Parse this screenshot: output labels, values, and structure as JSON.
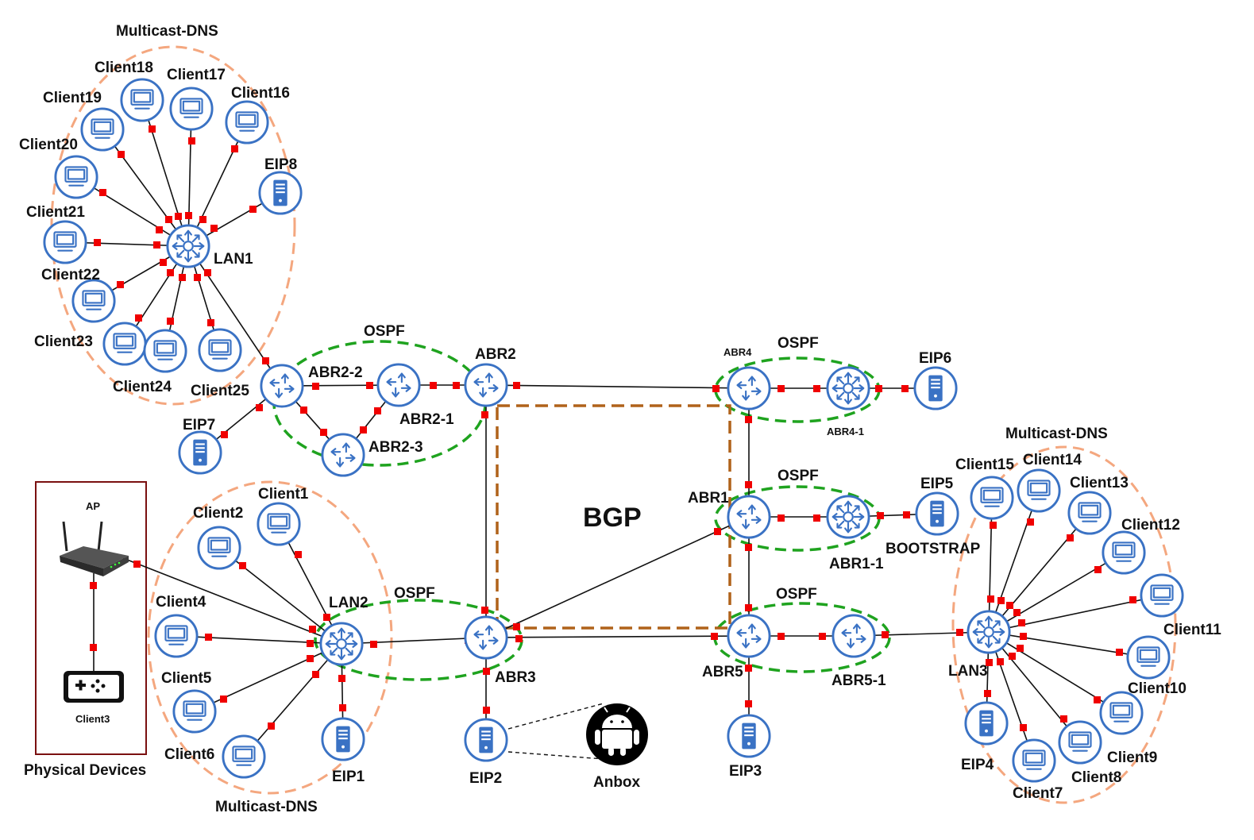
{
  "areas": {
    "multicast_dns_top": "Multicast-DNS",
    "multicast_dns_bottom": "Multicast-DNS",
    "multicast_dns_right": "Multicast-DNS",
    "ospf_abr2": "OSPF",
    "ospf_abr3": "OSPF",
    "ospf_abr4": "OSPF",
    "ospf_abr1": "OSPF",
    "ospf_abr5": "OSPF",
    "bgp": "BGP",
    "physical_devices": "Physical Devices"
  },
  "nodes": {
    "lan1": "LAN1",
    "lan2": "LAN2",
    "lan3": "LAN3",
    "abr2": "ABR2",
    "abr2_1": "ABR2-1",
    "abr2_2": "ABR2-2",
    "abr2_3": "ABR2-3",
    "abr3": "ABR3",
    "abr4": "ABR4",
    "abr4_1": "ABR4-1",
    "abr1": "ABR1",
    "abr1_1": "ABR1-1",
    "abr5": "ABR5",
    "abr5_1": "ABR5-1",
    "eip1": "EIP1",
    "eip2": "EIP2",
    "eip3": "EIP3",
    "eip4": "EIP4",
    "eip5": "EIP5",
    "eip6": "EIP6",
    "eip7": "EIP7",
    "eip8": "EIP8",
    "bootstrap": "BOOTSTRAP",
    "anbox": "Anbox",
    "ap": "AP",
    "client3": "Client3",
    "client1": "Client1",
    "client2": "Client2",
    "client4": "Client4",
    "client5": "Client5",
    "client6": "Client6",
    "client7": "Client7",
    "client8": "Client8",
    "client9": "Client9",
    "client10": "Client10",
    "client11": "Client11",
    "client12": "Client12",
    "client13": "Client13",
    "client14": "Client14",
    "client15": "Client15",
    "client16": "Client16",
    "client17": "Client17",
    "client18": "Client18",
    "client19": "Client19",
    "client20": "Client20",
    "client21": "Client21",
    "client22": "Client22",
    "client23": "Client23",
    "client24": "Client24",
    "client25": "Client25"
  },
  "colors": {
    "node_blue": "#3a72c4",
    "port_red": "#f00000",
    "ospf_green": "#1fa31f",
    "mdns_orange": "#f4a77f",
    "bgp_brown": "#b0621a",
    "physical_box": "#7a1010"
  }
}
